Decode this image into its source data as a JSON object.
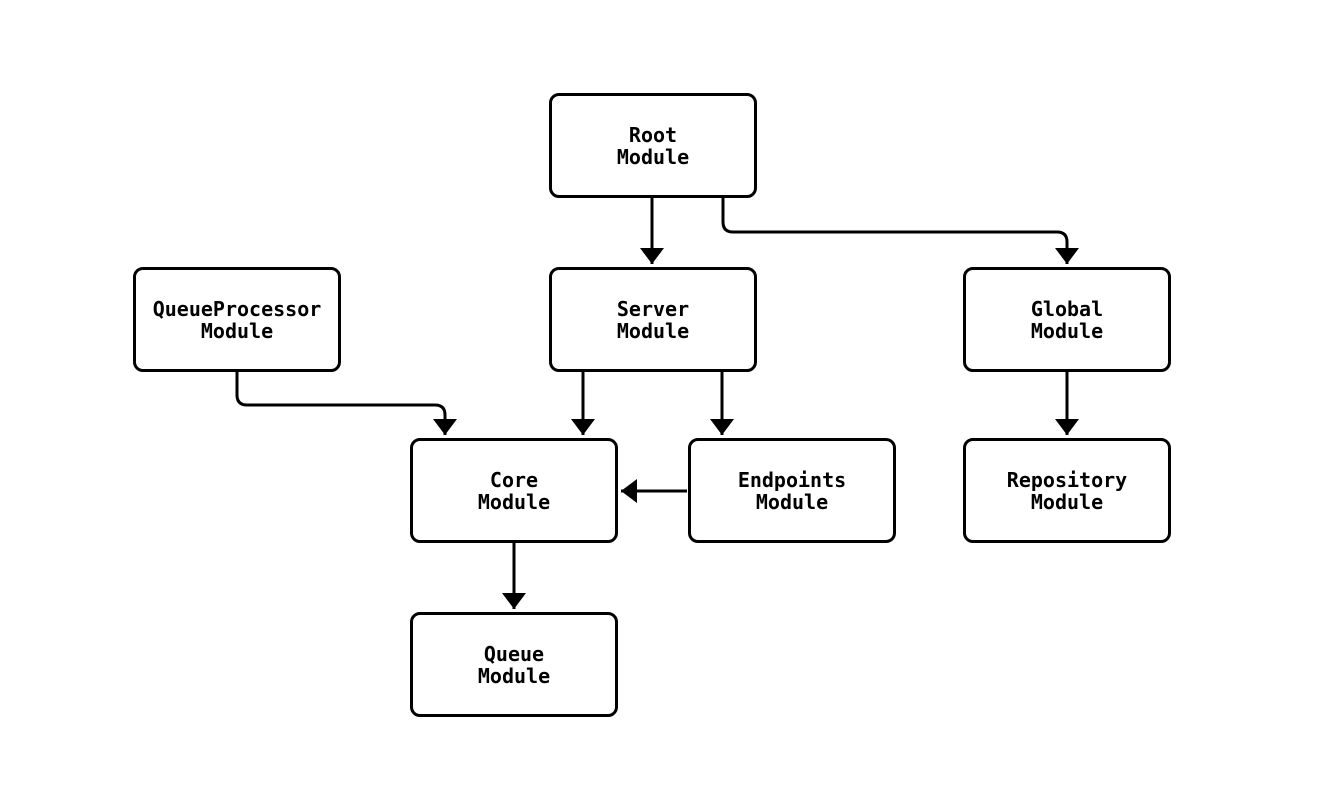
{
  "diagram": {
    "type": "module-dependency-graph",
    "colors": {
      "background": "#ffffff",
      "node_fill": "#ffffff",
      "node_border": "#000000",
      "edge": "#000000",
      "text": "#000000"
    },
    "nodes": [
      {
        "id": "root-module",
        "lines": [
          "Root",
          "Module"
        ]
      },
      {
        "id": "queueprocessor-module",
        "lines": [
          "QueueProcessor",
          "Module"
        ]
      },
      {
        "id": "server-module",
        "lines": [
          "Server",
          "Module"
        ]
      },
      {
        "id": "global-module",
        "lines": [
          "Global",
          "Module"
        ]
      },
      {
        "id": "core-module",
        "lines": [
          "Core",
          "Module"
        ]
      },
      {
        "id": "endpoints-module",
        "lines": [
          "Endpoints",
          "Module"
        ]
      },
      {
        "id": "repository-module",
        "lines": [
          "Repository",
          "Module"
        ]
      },
      {
        "id": "queue-module",
        "lines": [
          "Queue",
          "Module"
        ]
      }
    ],
    "edges": [
      {
        "from": "Root Module",
        "to": "Server Module"
      },
      {
        "from": "Root Module",
        "to": "Global Module"
      },
      {
        "from": "QueueProcessor Module",
        "to": "Core Module"
      },
      {
        "from": "Server Module",
        "to": "Core Module"
      },
      {
        "from": "Server Module",
        "to": "Endpoints Module"
      },
      {
        "from": "Endpoints Module",
        "to": "Core Module"
      },
      {
        "from": "Global Module",
        "to": "Repository Module"
      },
      {
        "from": "Core Module",
        "to": "Queue Module"
      }
    ]
  }
}
